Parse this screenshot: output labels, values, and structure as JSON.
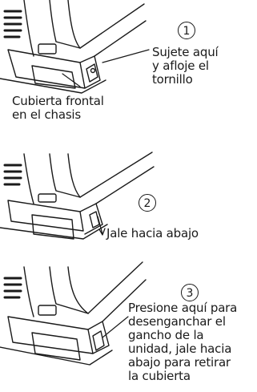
{
  "steps": [
    {
      "number": "1",
      "instruction": "Sujete aquí\ny afloje el\ntornillo",
      "part_label": "Cubierta frontal\nen el chasis"
    },
    {
      "number": "2",
      "instruction": "Jale hacia abajo"
    },
    {
      "number": "3",
      "instruction": "Presione aquí para\ndesenganchar el\ngancho de la\nunidad, jale hacia\nabajo para retirar\nla cubierta"
    }
  ]
}
